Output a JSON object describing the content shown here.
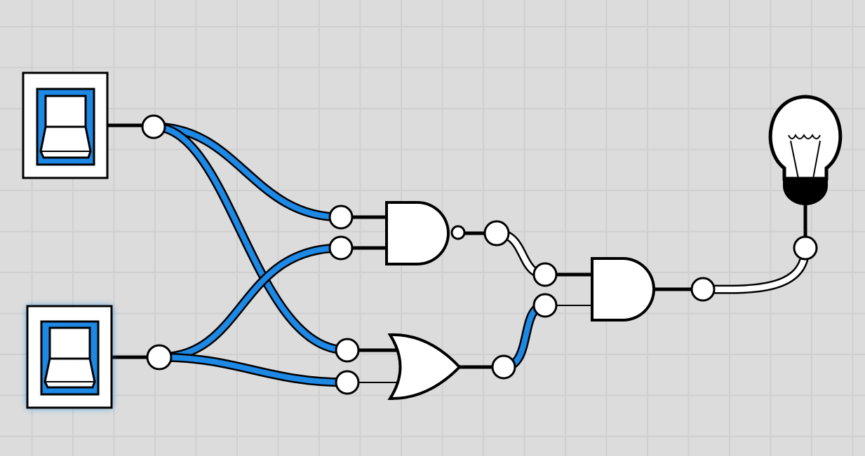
{
  "canvas": {
    "background": "#dcdcdc",
    "grid_color": "#cfcfcf"
  },
  "colors": {
    "wire_on": "#1e88e5",
    "wire_off": "#ffffff",
    "outline": "#000000",
    "component_fill": "#ffffff",
    "selection_glow": "#1e88e5"
  },
  "components": [
    {
      "id": "switch-1",
      "type": "switch",
      "state": "on",
      "selected": false
    },
    {
      "id": "switch-2",
      "type": "switch",
      "state": "on",
      "selected": true
    },
    {
      "id": "nand-gate",
      "type": "NAND",
      "output": "off"
    },
    {
      "id": "or-gate",
      "type": "OR",
      "output": "on"
    },
    {
      "id": "and-gate",
      "type": "AND",
      "output": "off"
    },
    {
      "id": "light-bulb",
      "type": "bulb",
      "state": "off"
    }
  ]
}
